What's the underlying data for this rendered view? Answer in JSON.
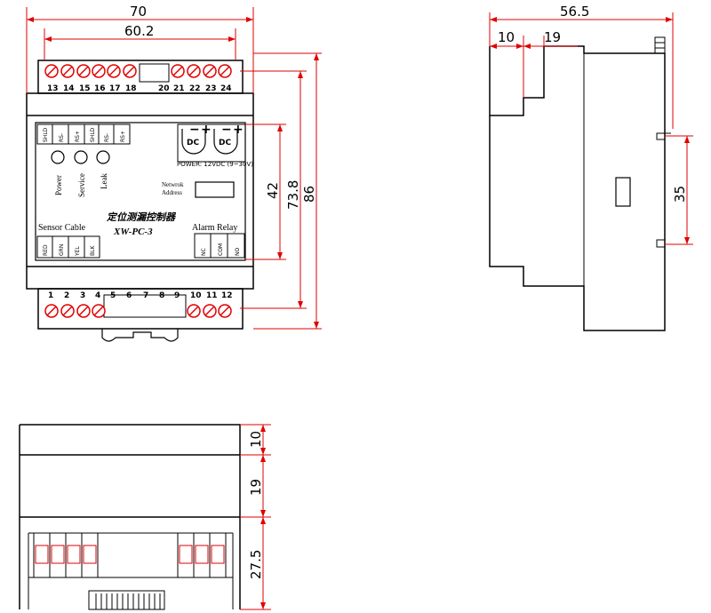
{
  "front": {
    "dims": {
      "width_total": "70",
      "terminal_pitch": "60.2",
      "height_42": "42",
      "height_73_8": "73.8",
      "height_86": "86"
    },
    "top_terminals": [
      "13",
      "14",
      "15",
      "16",
      "17",
      "18",
      "20",
      "21",
      "22",
      "23",
      "24"
    ],
    "bottom_terminals": [
      "1",
      "2",
      "3",
      "4",
      "5",
      "6",
      "7",
      "8",
      "9",
      "10",
      "11",
      "12"
    ],
    "port_labels": [
      "SHLD",
      "RS-",
      "RS+",
      "SHLD",
      "RS-",
      "RS+"
    ],
    "dc_label": "DC",
    "dc_minus": "−",
    "dc_plus": "+",
    "power_text": "POWER: 12VDC (9~30V)",
    "leds": [
      "Power",
      "Service",
      "Leak"
    ],
    "network_address": [
      "Netwrok",
      "Address"
    ],
    "title_cn": "定位测漏控制器",
    "model": "XW-PC-3",
    "sensor_cable_label": "Sensor Cable",
    "alarm_relay_label": "Alarm Relay",
    "sensor_wires": [
      "RED",
      "GRN",
      "YEL",
      "BLK"
    ],
    "relay_contacts": [
      "NC",
      "COM",
      "NO"
    ]
  },
  "side": {
    "dims": {
      "depth_total": "56.5",
      "step_10": "10",
      "step_19": "19",
      "rail_35": "35"
    }
  },
  "bottom": {
    "dims": {
      "h10": "10",
      "h19": "19",
      "h27_5": "27.5"
    }
  },
  "colors": {
    "dimension": "#e00000",
    "outline": "#000000"
  }
}
